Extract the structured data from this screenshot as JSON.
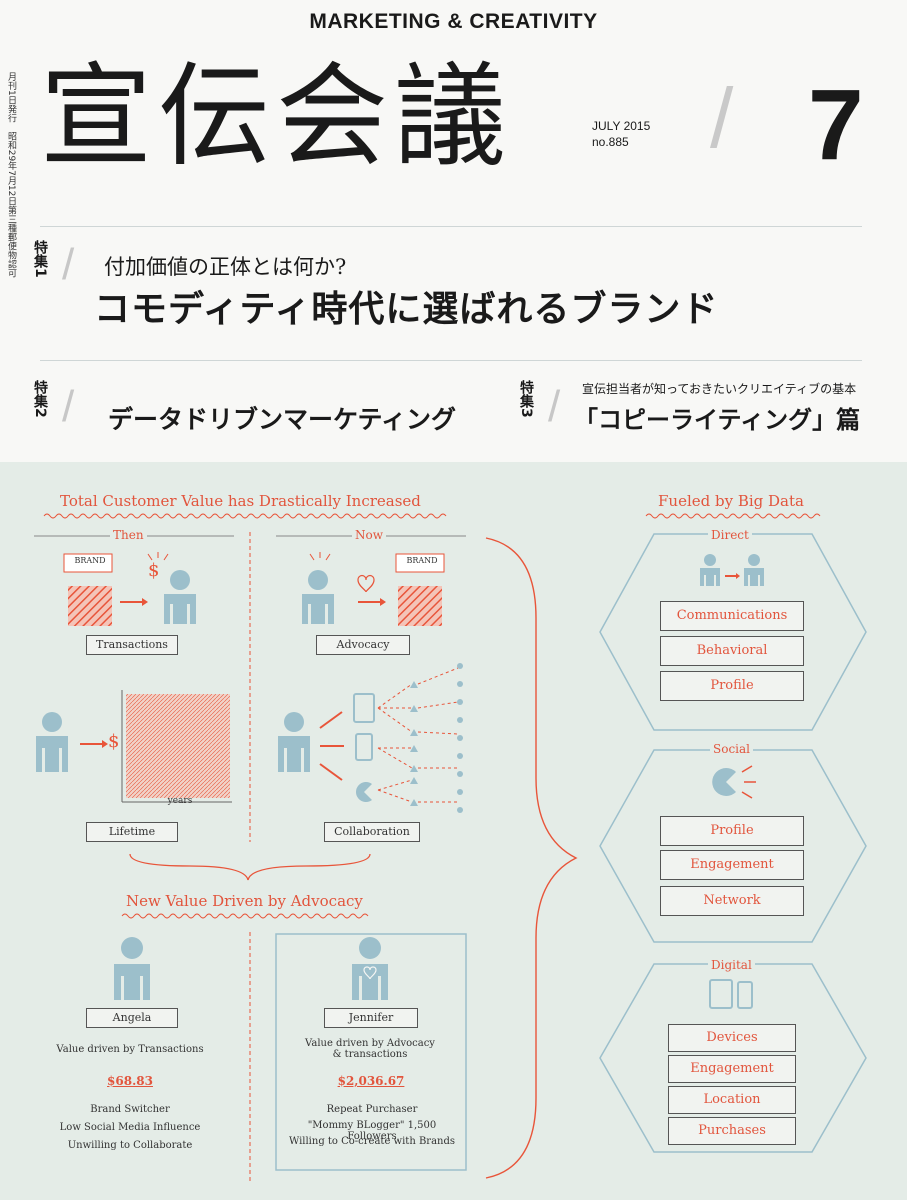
{
  "header": {
    "tagline": "MARKETING & CREATIVITY",
    "side_note": "月刊1日発行　昭和29年7月12日第三種郵便物認可",
    "title": "宣伝会議",
    "month_year": "JULY 2015",
    "issue_no": "no.885",
    "issue_slash": "/",
    "month_number": "7"
  },
  "features": [
    {
      "tag": "特集1",
      "subtitle": "付加価値の正体とは何か?",
      "headline": "コモディティ時代に選ばれるブランド"
    },
    {
      "tag": "特集2",
      "headline": "データドリブンマーケティング"
    },
    {
      "tag": "特集3",
      "subtitle": "宣伝担当者が知っておきたいクリエイティブの基本",
      "headline": "「コピーライティング」篇"
    }
  ],
  "slash_glyph": "/",
  "infographic": {
    "left_title": "Total Customer Value has Drastically Increased",
    "then_label": "Then",
    "now_label": "Now",
    "brand_label": "BRAND",
    "dollar": "$",
    "transactions_label": "Transactions",
    "advocacy_label": "Advocacy",
    "lifetime_label": "Lifetime",
    "collaboration_label": "Collaboration",
    "years_label": "years",
    "advocacy_title": "New Value Driven by Advocacy",
    "persons": [
      {
        "name": "Angela",
        "desc": "Value driven by Transactions",
        "value": "$68.83",
        "traits": [
          "Brand Switcher",
          "Low Social Media Influence",
          "Unwilling to Collaborate"
        ]
      },
      {
        "name": "Jennifer",
        "desc": "Value driven by Advocacy & transactions",
        "value": "$2,036.67",
        "traits": [
          "Repeat Purchaser",
          "\"Mommy BLogger\" 1,500 Followers",
          "Willing to Co-create with Brands"
        ]
      }
    ],
    "right_title": "Fueled by Big Data",
    "groups": [
      {
        "label": "Direct",
        "items": [
          "Communications",
          "Behavioral",
          "Profile"
        ]
      },
      {
        "label": "Social",
        "items": [
          "Profile",
          "Engagement",
          "Network"
        ]
      },
      {
        "label": "Digital",
        "items": [
          "Devices",
          "Engagement",
          "Location",
          "Purchases"
        ]
      }
    ]
  },
  "colors": {
    "accent": "#e2553d",
    "figure": "#9cbfcb",
    "background": "#e4ece7"
  }
}
